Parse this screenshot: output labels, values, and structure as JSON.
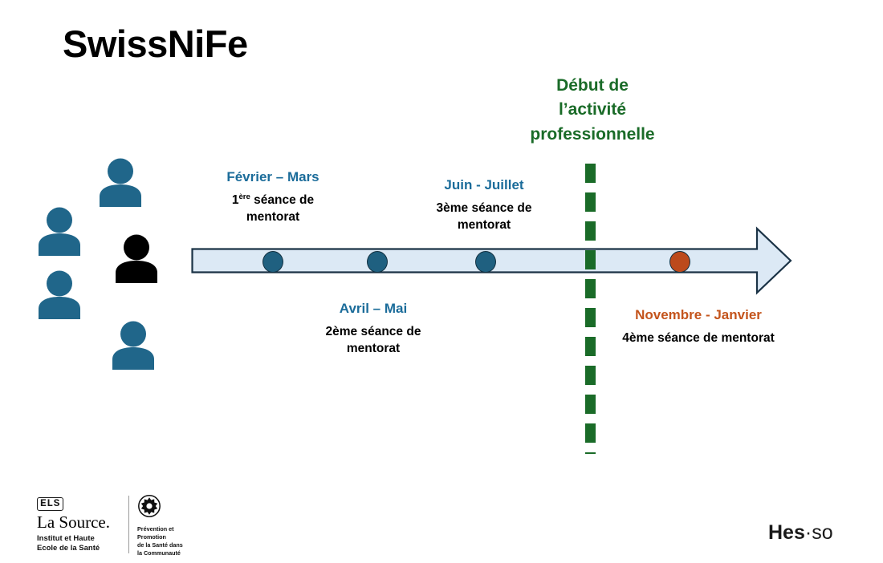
{
  "slide": {
    "title": "SwissNiFe",
    "background": "#ffffff"
  },
  "colors": {
    "blue_heading": "#1b6c9a",
    "orange_heading": "#c4541c",
    "green_milestone": "#1a6b28",
    "arrow_fill": "#dce9f5",
    "arrow_stroke": "#1b3346",
    "dot_blue": "#1f6080",
    "dot_orange": "#bc4a1c",
    "person_blue": "#20668a",
    "person_black": "#000000"
  },
  "milestone": {
    "heading_lines": [
      "Début de",
      "l’activité",
      "professionnelle"
    ],
    "line_style": "dashed-vertical"
  },
  "timeline": {
    "arrow_direction": "right",
    "events": [
      {
        "id": "event-1",
        "period": "Février – Mars",
        "period_color": "#1b6c9a",
        "description_prefix": "1",
        "description_sup": "ère",
        "description_rest": " séance de",
        "description_line2": "mentorat",
        "position": "above",
        "dot_color": "#1f6080"
      },
      {
        "id": "event-2",
        "period": "Avril – Mai",
        "period_color": "#1b6c9a",
        "description_line1": "2ème séance de",
        "description_line2": "mentorat",
        "position": "below",
        "dot_color": "#1f6080"
      },
      {
        "id": "event-3",
        "period": "Juin - Juillet",
        "period_color": "#1b6c9a",
        "description_line1": "3ème séance de",
        "description_line2": "mentorat",
        "position": "above",
        "dot_color": "#1f6080"
      },
      {
        "id": "event-4",
        "period": "Novembre - Janvier",
        "period_color": "#c4541c",
        "description_line1": "4ème séance de mentorat",
        "description_line2": "",
        "position": "below",
        "dot_color": "#bc4a1c"
      }
    ]
  },
  "people": {
    "count": 5,
    "highlighted_index": 2,
    "icons": [
      {
        "name": "person-icon-1",
        "color": "#20668a"
      },
      {
        "name": "person-icon-2",
        "color": "#20668a"
      },
      {
        "name": "person-icon-3",
        "color": "#000000"
      },
      {
        "name": "person-icon-4",
        "color": "#20668a"
      },
      {
        "name": "person-icon-5",
        "color": "#20668a"
      }
    ]
  },
  "logos": {
    "la_source": {
      "mark": "ELS",
      "name": "La Source.",
      "subtitle_line1": "Institut et Haute",
      "subtitle_line2": "Ecole de la Santé"
    },
    "prevention": {
      "icon": "gear-star-icon",
      "line1": "Prévention et",
      "line2": "Promotion",
      "line3": "de la Santé dans",
      "line4": "la Communauté"
    },
    "hes_so": {
      "part1": "Hes",
      "part2": "·so"
    }
  }
}
